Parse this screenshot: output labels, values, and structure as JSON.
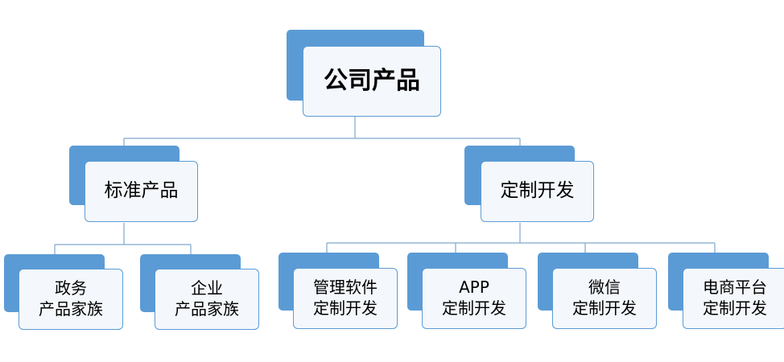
{
  "diagram": {
    "root": {
      "label": "公司产品"
    },
    "standard": {
      "label": "标准产品"
    },
    "custom": {
      "label": "定制开发"
    },
    "gov_family": {
      "label": "政务\n产品家族"
    },
    "enterprise_family": {
      "label": "企业\n产品家族"
    },
    "mgmt_software": {
      "label": "管理软件\n定制开发"
    },
    "app_dev": {
      "label": "APP\n定制开发"
    },
    "wechat_dev": {
      "label": "微信\n定制开发"
    },
    "ecommerce_dev": {
      "label": "电商平台\n定制开发"
    }
  },
  "colors": {
    "box_back": "#5b9bd5",
    "box_front": "#f4f8fc",
    "connector": "#7fa7cf"
  }
}
